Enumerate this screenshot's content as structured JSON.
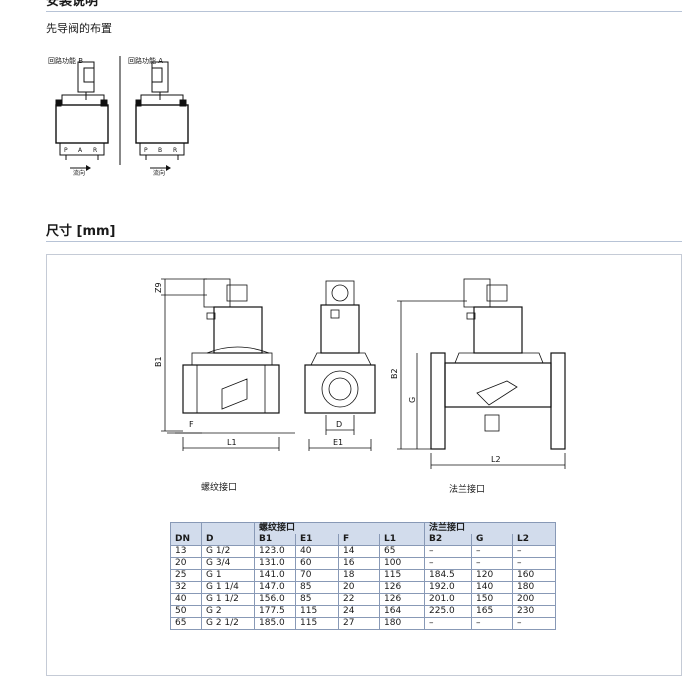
{
  "install": {
    "title": "安装说明",
    "subtitle": "先导阀的布置",
    "circuit_b_label": "回路功能 B",
    "circuit_a_label": "回路功能 A",
    "valve_b_ports": [
      "P",
      "A",
      "R"
    ],
    "valve_a_ports": [
      "P",
      "B",
      "R"
    ],
    "flow_label": "流向"
  },
  "dimensions": {
    "title": "尺寸 [mm]",
    "caption_threaded": "螺纹接口",
    "caption_flanged": "法兰接口",
    "drawing_labels": {
      "z9": "Z9",
      "b1": "B1",
      "b2": "B2",
      "f": "F",
      "l1": "L1",
      "d": "D",
      "e1": "E1",
      "g": "G",
      "l2": "L2"
    }
  },
  "table": {
    "group_threaded": "螺纹接口",
    "group_flanged": "法兰接口",
    "columns": [
      "DN",
      "D",
      "B1",
      "E1",
      "F",
      "L1",
      "B2",
      "G",
      "L2"
    ],
    "rows": [
      [
        "13",
        "G 1/2",
        "123.0",
        "40",
        "14",
        "65",
        "–",
        "–",
        "–"
      ],
      [
        "20",
        "G 3/4",
        "131.0",
        "60",
        "16",
        "100",
        "–",
        "–",
        "–"
      ],
      [
        "25",
        "G 1",
        "141.0",
        "70",
        "18",
        "115",
        "184.5",
        "120",
        "160"
      ],
      [
        "32",
        "G 1 1/4",
        "147.0",
        "85",
        "20",
        "126",
        "192.0",
        "140",
        "180"
      ],
      [
        "40",
        "G 1 1/2",
        "156.0",
        "85",
        "22",
        "126",
        "201.0",
        "150",
        "200"
      ],
      [
        "50",
        "G 2",
        "177.5",
        "115",
        "24",
        "164",
        "225.0",
        "165",
        "230"
      ],
      [
        "65",
        "G 2 1/2",
        "185.0",
        "115",
        "27",
        "180",
        "–",
        "–",
        "–"
      ]
    ]
  }
}
